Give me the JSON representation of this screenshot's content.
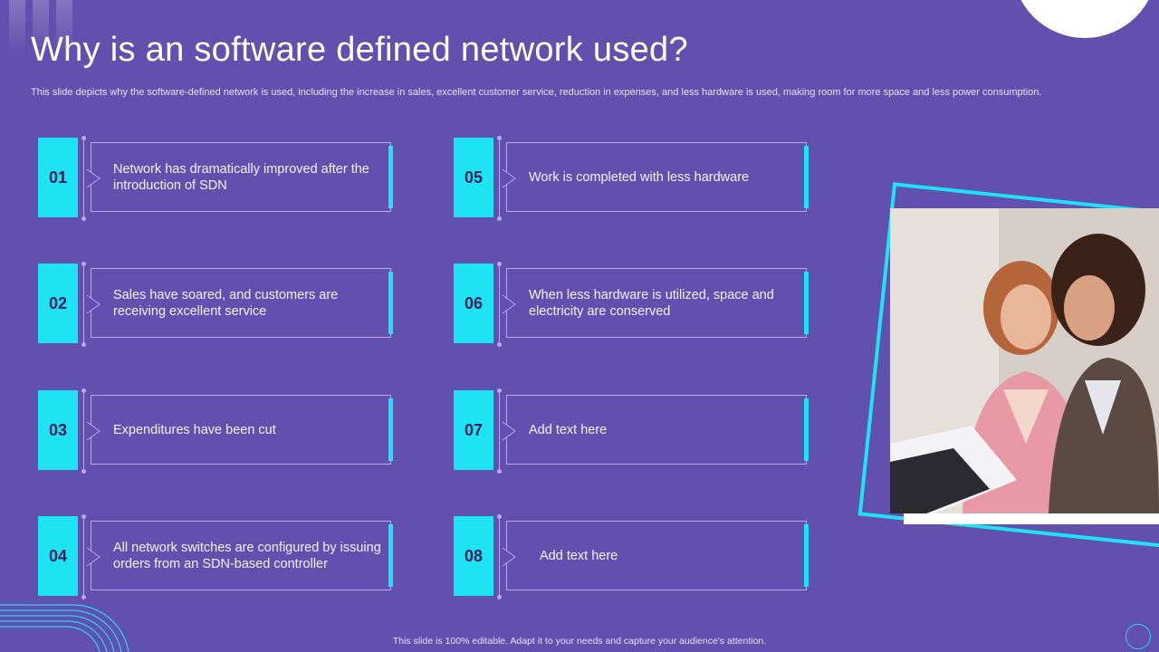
{
  "title": "Why is an software defined network used?",
  "subtitle": "This slide depicts why the software-defined network is used, including the increase in sales, excellent customer service, reduction in expenses, and less hardware is used, making room for more space and less power consumption.",
  "items": [
    {
      "number": "01",
      "text": "Network has dramatically improved after the introduction of SDN"
    },
    {
      "number": "02",
      "text": "Sales have soared, and customers are receiving excellent service"
    },
    {
      "number": "03",
      "text": "Expenditures have been cut"
    },
    {
      "number": "04",
      "text": "All network switches are configured by issuing orders from an SDN-based controller"
    },
    {
      "number": "05",
      "text": "Work is completed with less hardware"
    },
    {
      "number": "06",
      "text": "When less hardware is utilized, space and electricity are conserved"
    },
    {
      "number": "07",
      "text": "Add text here"
    },
    {
      "number": "08",
      "text": "Add text here"
    }
  ],
  "footer": "This slide is 100% editable. Adapt it to your needs and capture your audience's attention.",
  "colors": {
    "background": "#6150ad",
    "accent": "#1ee3f3",
    "outline": "#b7a9ec",
    "number_text": "#2a215c"
  },
  "icons": [
    "chevron-right-icon"
  ]
}
